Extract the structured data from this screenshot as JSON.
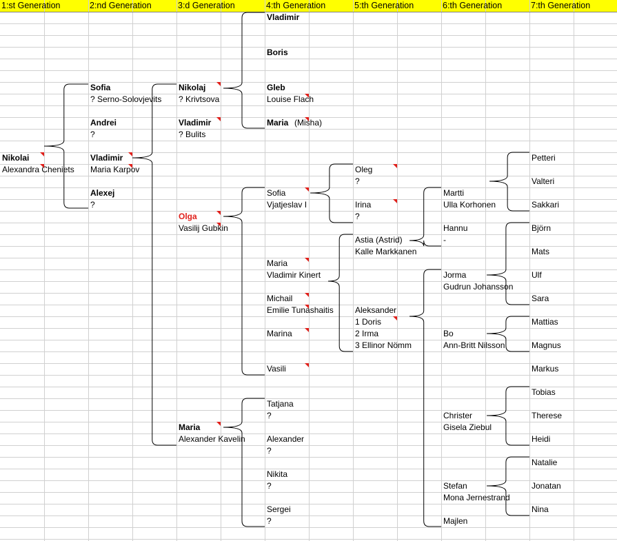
{
  "header": {
    "columns": [
      "1:st Generation",
      "2:nd Generation",
      "3:d Generation",
      "4:th Generation",
      "5:th Generation",
      "6:th Generation",
      "7:th Generation"
    ],
    "color": "#ffff00"
  },
  "people": {
    "nikolai": "Nikolai",
    "alexandra": "Alexandra Cheniets",
    "sofia2": "Sofia",
    "serno": "? Serno-Solovjevits",
    "andrei": "Andrei",
    "andrei_sp": "?",
    "vladimir2": "Vladimir",
    "maria_karpov": "Maria Karpov",
    "alexej": "Alexej",
    "alexej_sp": "?",
    "nikolaj3": "Nikolaj",
    "krivtsova": "? Krivtsova",
    "vladimir3": "Vladimir",
    "bulits": "? Bulits",
    "olga": "Olga",
    "gubkin": "Vasilij Gubkin",
    "maria3": "Maria",
    "kavelin": "Alexander Kavelin",
    "vladimir4": "Vladimir",
    "boris": "Boris",
    "gleb": "Gleb",
    "louise": "Louise Flach",
    "maria4": "Maria",
    "misha": "(Misha)",
    "sofia4": "Sofia",
    "vjatjeslav": "Vjatjeslav I",
    "maria4b": "Maria",
    "kinert": "Vladimir Kinert",
    "michail": "Michail",
    "emilie": "Emilie Tunashaitis",
    "marina": "Marina",
    "vasili": "Vasili",
    "tatjana": "Tatjana",
    "tatjana_sp": "?",
    "alexander4": "Alexander",
    "alexander4_sp": "?",
    "nikita": "Nikita",
    "nikita_sp": "?",
    "sergei": "Sergei",
    "sergei_sp": "?",
    "oleg": "Oleg",
    "oleg_sp": "?",
    "irina": "Irina",
    "irina_sp": "?",
    "astia": "Astia (Astrid)",
    "kalle": "Kalle Markkanen",
    "aleksander5": "Aleksander",
    "doris": "1 Doris",
    "irma": "2 Irma",
    "ellinor": "3 Ellinor Nömm",
    "martti": "Martti",
    "ulla": "Ulla Korhonen",
    "hannu": "Hannu",
    "hannu_sp": "-",
    "jorma": "Jorma",
    "gudrun": "Gudrun Johansson",
    "bo": "Bo",
    "annbritt": "Ann-Britt Nilsson",
    "christer": "Christer",
    "gisela": "Gisela Ziebul",
    "stefan": "Stefan",
    "mona": "Mona Jernestrand",
    "majlen": "Majlen",
    "petteri": "Petteri",
    "valteri": "Valteri",
    "sakkari": "Sakkari",
    "bjorn": "Björn",
    "mats": "Mats",
    "ulf": "Ulf",
    "sara": "Sara",
    "mattias": "Mattias",
    "magnus": "Magnus",
    "markus": "Markus",
    "tobias": "Tobias",
    "therese": "Therese",
    "heidi": "Heidi",
    "natalie": "Natalie",
    "jonatan": "Jonatan",
    "nina": "Nina"
  },
  "colors": {
    "grid": "#d0d0d0",
    "comment_marker": "#e0201b",
    "highlight_name": "#e0201b"
  }
}
